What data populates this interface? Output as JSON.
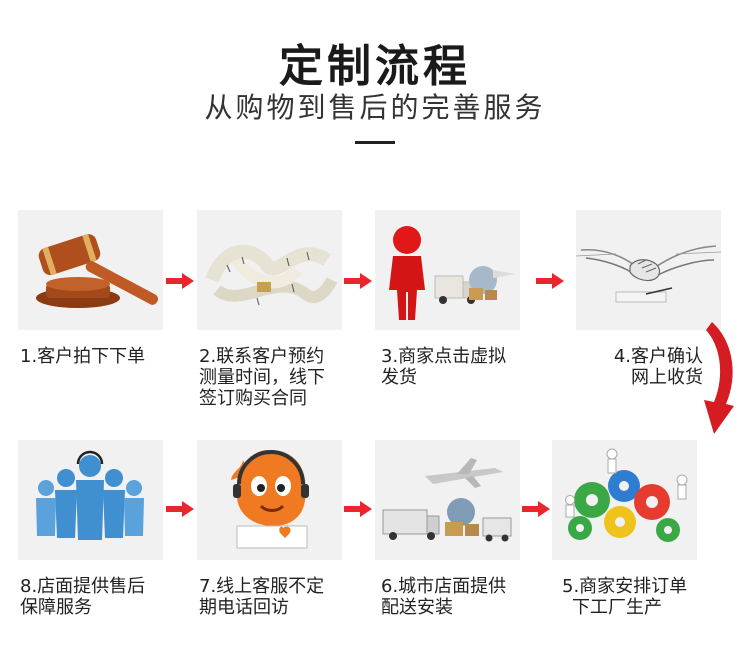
{
  "header": {
    "title": "定制流程",
    "subtitle": "从购物到售后的完善服务"
  },
  "colors": {
    "arrow": "#e8262b",
    "box_bg": "#f1f1f1",
    "text": "#222222"
  },
  "steps": [
    {
      "icon": "gavel-icon",
      "lines": [
        "1.客户拍下下单"
      ]
    },
    {
      "icon": "tape-measure-icon",
      "lines": [
        "2.联系客户预约",
        "测量时间，线下",
        "签订购买合同"
      ]
    },
    {
      "icon": "delivery-figure-icon",
      "lines": [
        "3.商家点击虚拟",
        "发货"
      ]
    },
    {
      "icon": "handshake-icon",
      "lines": [
        "4.客户确认",
        "网上收货"
      ]
    },
    {
      "icon": "gears-workers-icon",
      "lines": [
        "5.商家安排订单",
        "下工厂生产"
      ]
    },
    {
      "icon": "logistics-icon",
      "lines": [
        "6.城市店面提供",
        "配送安装"
      ]
    },
    {
      "icon": "customer-service-icon",
      "lines": [
        "7.线上客服不定",
        "期电话回访"
      ]
    },
    {
      "icon": "support-team-icon",
      "lines": [
        "8.店面提供售后",
        "保障服务"
      ]
    }
  ]
}
